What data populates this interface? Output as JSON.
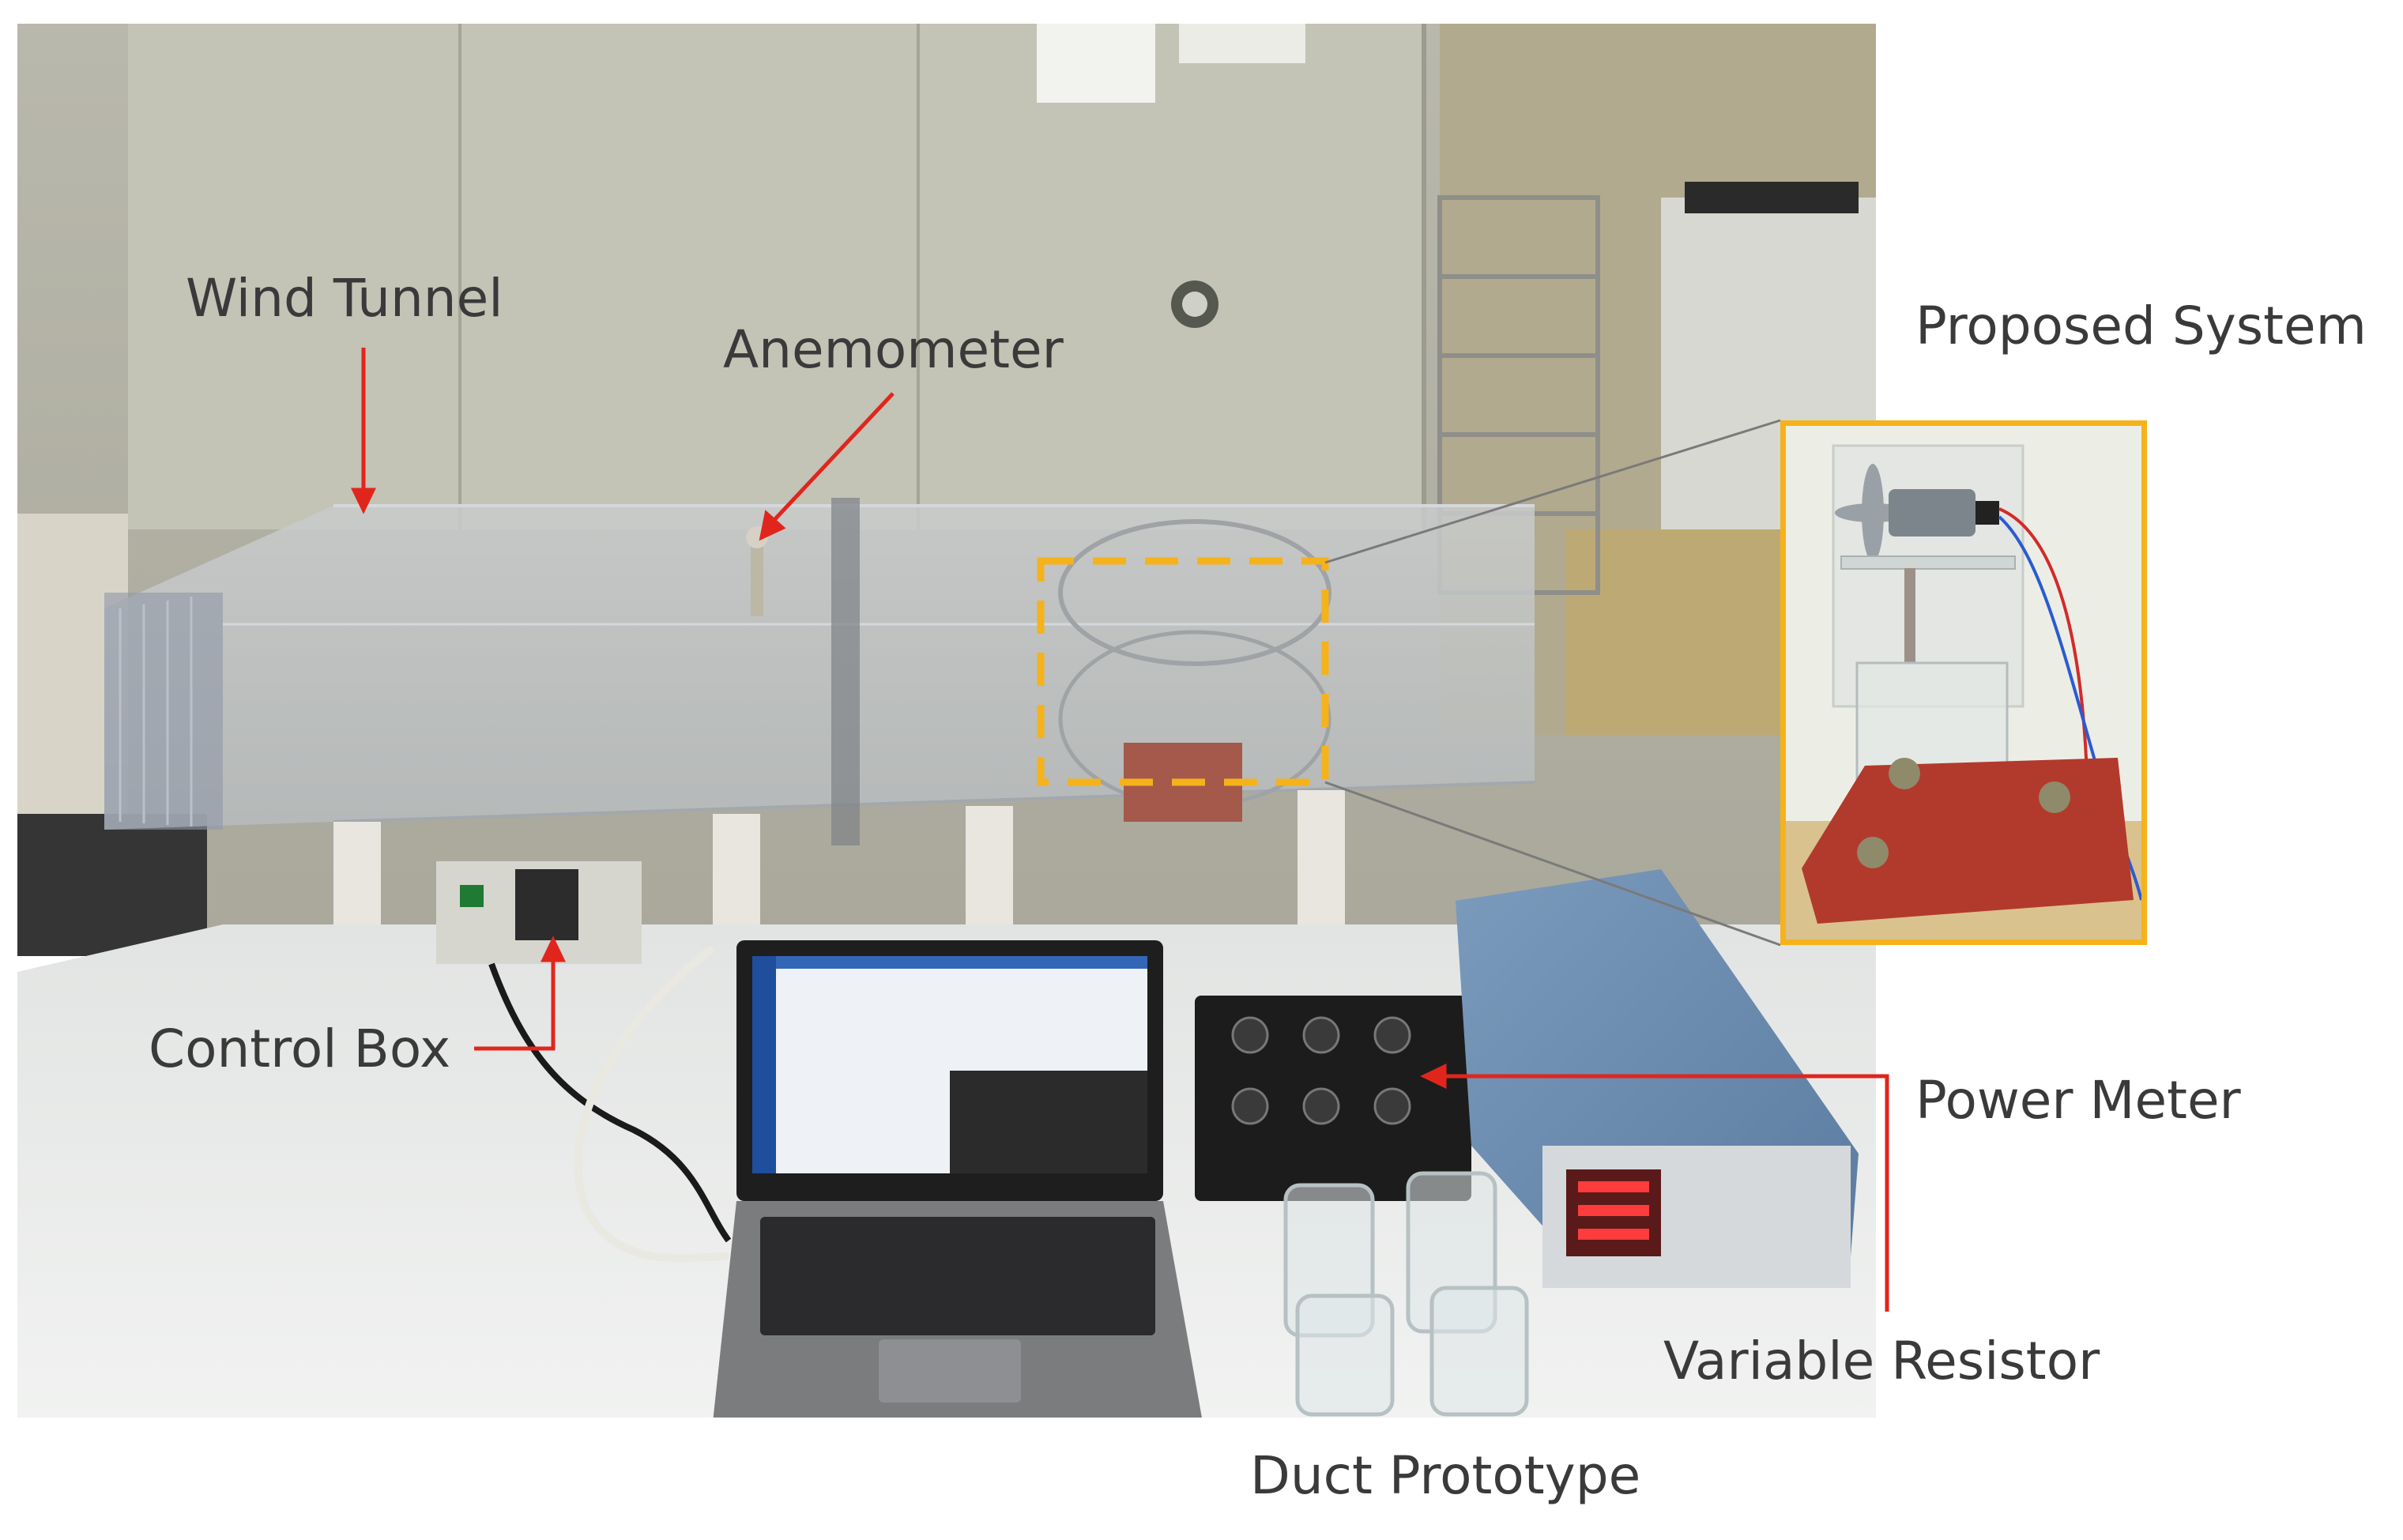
{
  "labels": {
    "wind_tunnel": "Wind Tunnel",
    "anemometer": "Anemometer",
    "proposed_system": "Proposed System",
    "control_box": "Control Box",
    "power_meter": "Power Meter",
    "variable_resistor": "Variable Resistor",
    "duct_prototype": "Duct Prototype"
  },
  "colors": {
    "arrow_red": "#e0261c",
    "highlight_yellow": "#f5b21a",
    "label_text": "#3a3a3a"
  }
}
